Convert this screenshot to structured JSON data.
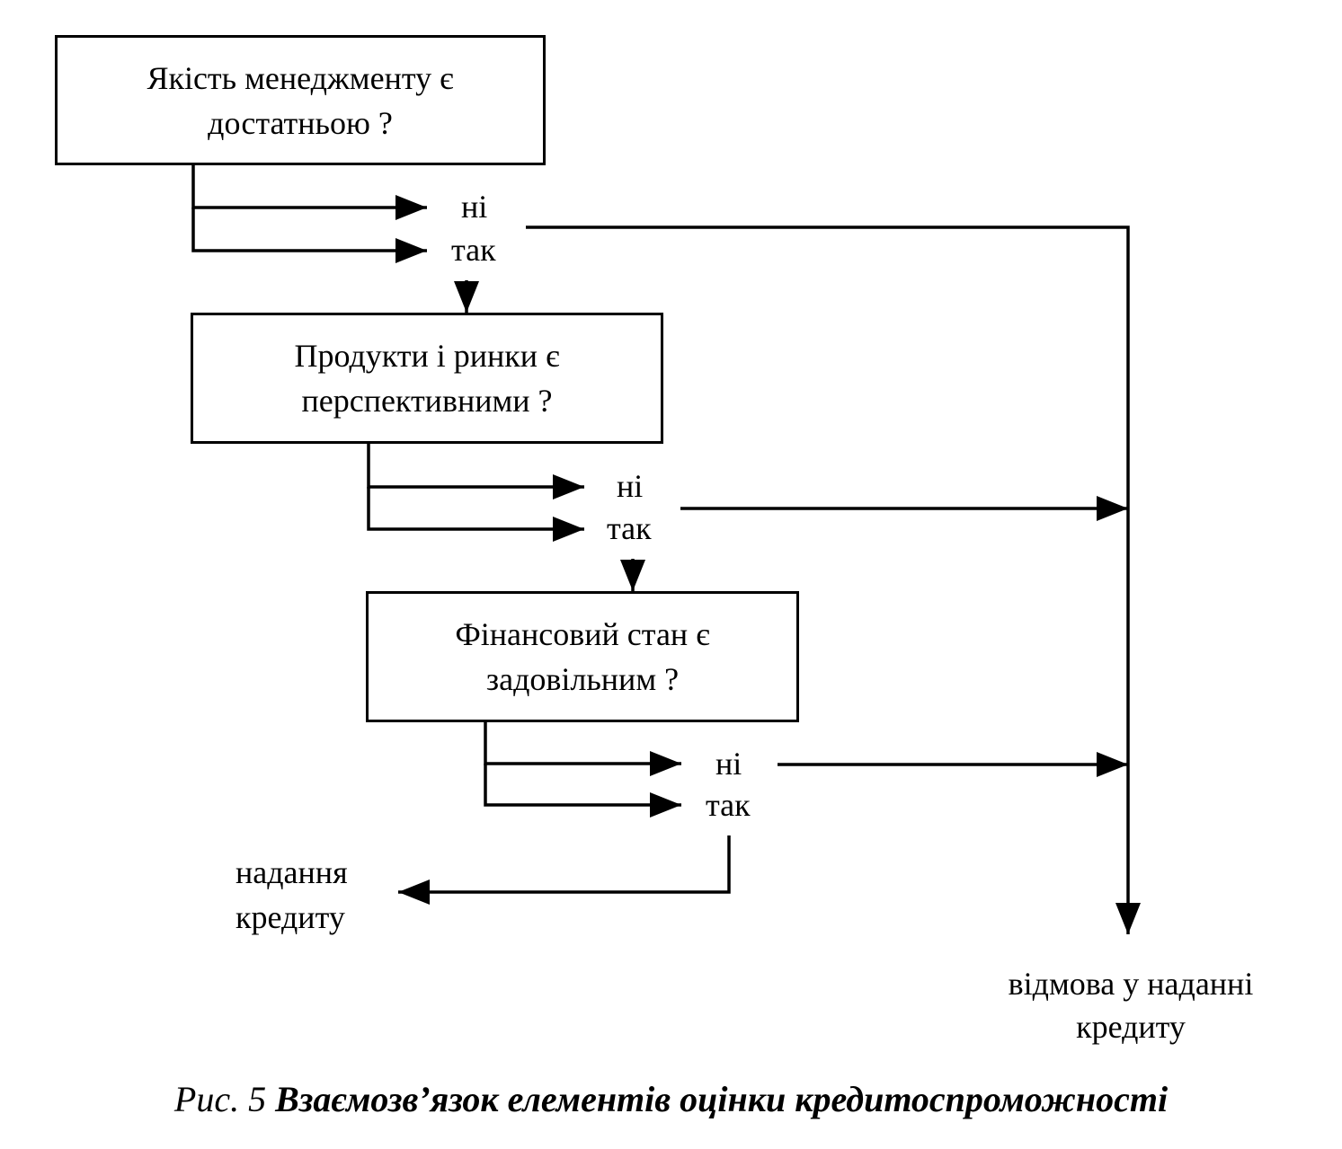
{
  "boxes": [
    {
      "line1": "Якість менеджменту є",
      "line2": "достатньою ?"
    },
    {
      "line1": "Продукти і ринки є",
      "line2": "перспективними ?"
    },
    {
      "line1": "Фінансовий стан є",
      "line2": "задовільним ?"
    }
  ],
  "branches": [
    {
      "no": "ні",
      "yes": "так"
    },
    {
      "no": "ні",
      "yes": "так"
    },
    {
      "no": "ні",
      "yes": "так"
    }
  ],
  "outcomes": {
    "grant": {
      "line1": "надання",
      "line2": "кредиту"
    },
    "refuse": {
      "line1": "відмова у наданні",
      "line2": "кредиту"
    }
  },
  "caption": {
    "prefix": "Рис. 5 ",
    "title": "Взаємозв’язок елементів оцінки кредитоспроможності"
  }
}
